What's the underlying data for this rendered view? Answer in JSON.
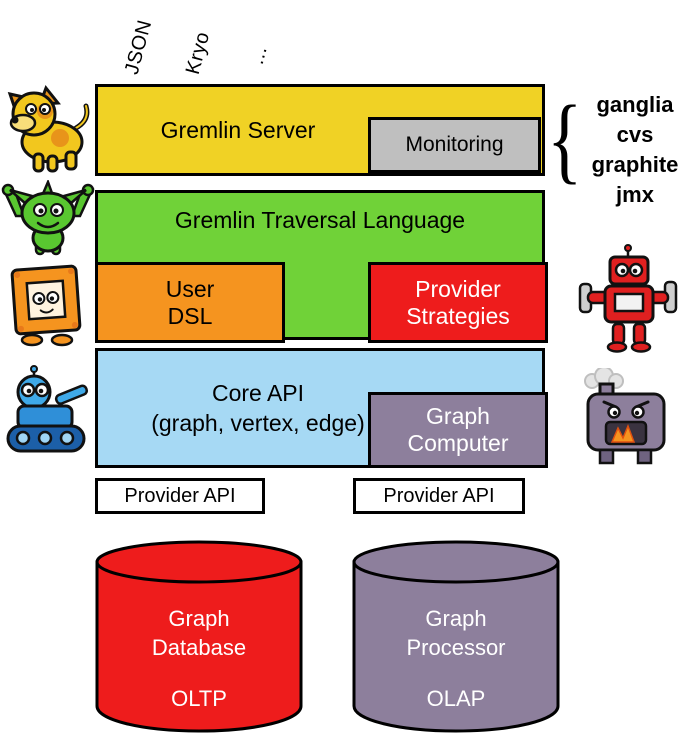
{
  "serialization_labels": [
    "JSON",
    "Kryo",
    "..."
  ],
  "server_layer": {
    "title": "Gremlin Server",
    "monitoring": "Monitoring"
  },
  "monitoring_outputs": {
    "brace": "{",
    "items": [
      "ganglia",
      "cvs",
      "graphite",
      "jmx"
    ]
  },
  "traversal_layer": {
    "title": "Gremlin Traversal Language",
    "user_dsl": "User\nDSL",
    "provider_strategies": "Provider\nStrategies"
  },
  "core_layer": {
    "title": "Core API\n(graph, vertex, edge)",
    "graph_computer": "Graph\nComputer"
  },
  "provider_api": {
    "left": "Provider API",
    "right": "Provider API"
  },
  "storage": {
    "oltp": {
      "title": "Graph\nDatabase",
      "mode": "OLTP"
    },
    "olap": {
      "title": "Graph\nProcessor",
      "mode": "OLAP"
    }
  },
  "colors": {
    "server_yellow": "#F0D225",
    "monitoring_gray": "#BFBFBF",
    "traversal_green": "#70D238",
    "dsl_orange": "#F5941F",
    "strategies_red": "#EE1C1C",
    "core_blue": "#A6D9F4",
    "computer_purple": "#8D7F9C",
    "oltp_red": "#EE1C1C",
    "olap_purple": "#8D7F9C"
  }
}
